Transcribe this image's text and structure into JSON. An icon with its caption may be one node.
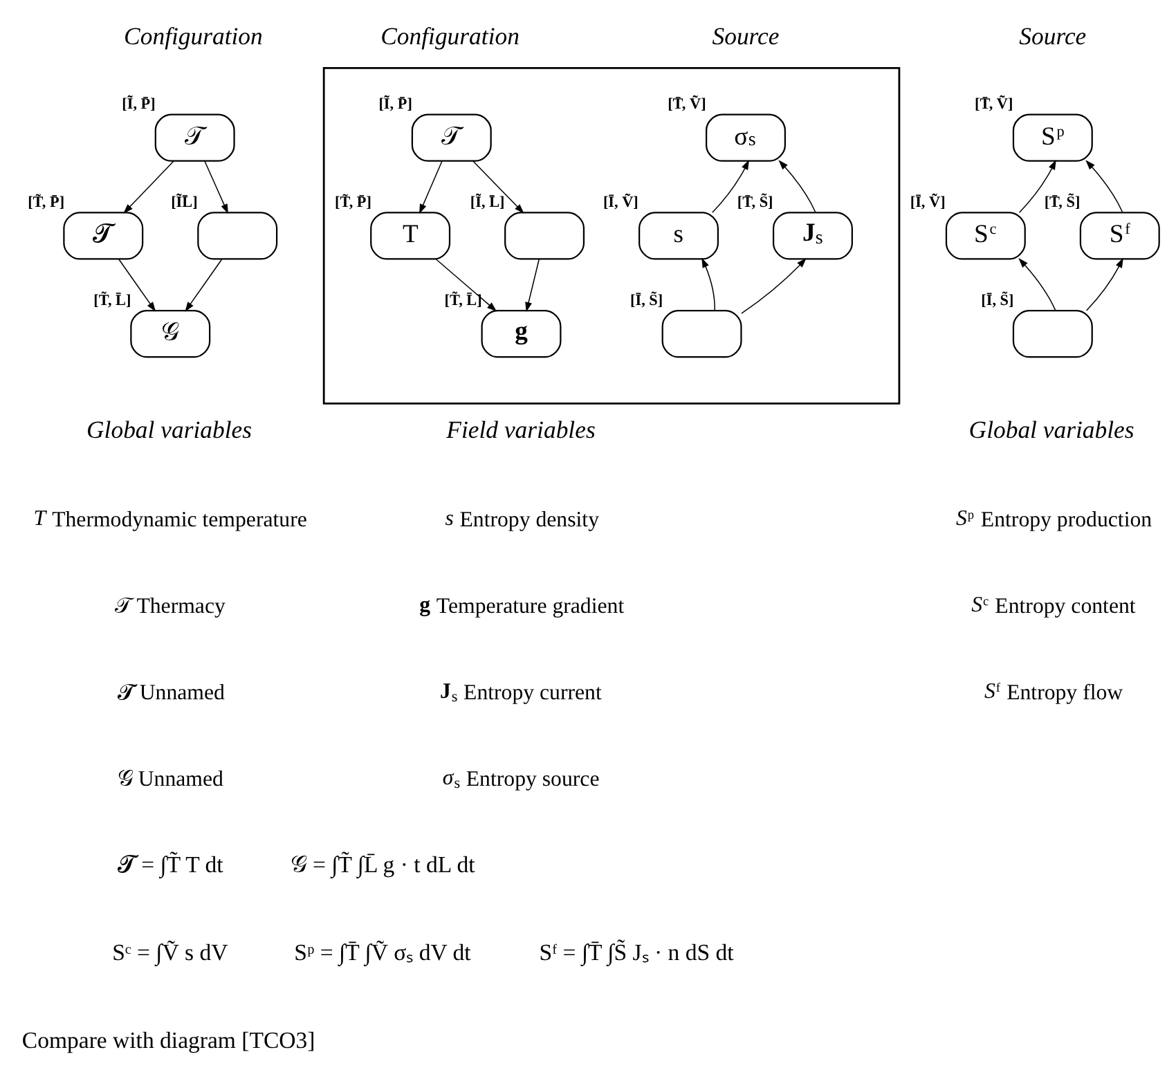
{
  "diagram": {
    "nodes": [
      {
        "text": [
          "𝒯"
        ],
        "beside": [
          "[Ĩ, P̄]"
        ]
      },
      {
        "text": [
          "𝓣"
        ],
        "beside": [
          "[T̃, P̄]"
        ]
      },
      {
        "text": [],
        "shape": "box",
        "beside": [
          "[ĨL̄]"
        ]
      },
      {
        "text": [
          "𝒢"
        ],
        "beside": [
          "[T̃, L̄]"
        ]
      },
      {
        "text": [],
        "shape": "box"
      },
      {
        "text": [
          "𝒯"
        ],
        "in": 4,
        "beside": [
          "[Ĩ, P̄]"
        ]
      },
      {
        "text": [
          "T"
        ],
        "in": 4,
        "beside": [
          "[T̃, P̄]"
        ]
      },
      {
        "text": [],
        "shape": "box",
        "in": 4,
        "beside": [
          "[Ĩ, L̄]"
        ]
      },
      {
        "text": [
          "**g**"
        ],
        "in": 4,
        "beside": [
          "[T̃, L̄]"
        ]
      },
      {
        "text": [
          "σ$_{s}$"
        ],
        "in": 4,
        "beside": [
          "[T̄, Ṽ]"
        ]
      },
      {
        "text": [
          "s"
        ],
        "in": 4,
        "beside": [
          "[Ī, Ṽ]"
        ]
      },
      {
        "text": [
          "**J**$_{s}$"
        ],
        "in": 4,
        "beside": [
          "[T̄, S̃]"
        ]
      },
      {
        "text": [],
        "shape": "box",
        "in": 4,
        "beside": [
          "[Ī, S̃]"
        ]
      },
      {
        "text": [
          "S$^{p}$"
        ],
        "beside": [
          "[T̄, Ṽ]"
        ]
      },
      {
        "text": [
          "S$^{c}$"
        ],
        "beside": [
          "[Ī, Ṽ]"
        ]
      },
      {
        "text": [
          "S$^{f}$"
        ],
        "beside": [
          "[T̄, S̃]"
        ]
      },
      {
        "text": [],
        "shape": "box",
        "beside": [
          "[Ī, S̃]"
        ]
      }
    ],
    "edges": [
      {
        "from": 0,
        "to": 1,
        "arrow": "to"
      },
      {
        "from": 0,
        "to": 2,
        "arrow": "to"
      },
      {
        "from": 1,
        "to": 3,
        "arrow": "to"
      },
      {
        "from": 2,
        "to": 3,
        "arrow": "to"
      },
      {
        "from": 5,
        "to": 6,
        "arrow": "to"
      },
      {
        "from": 5,
        "to": 7,
        "arrow": "to"
      },
      {
        "from": 6,
        "to": 8,
        "arrow": "to"
      },
      {
        "from": 7,
        "to": 8,
        "arrow": "to"
      },
      {
        "from": 10,
        "to": 9,
        "arrow": "to"
      },
      {
        "from": 11,
        "to": 9,
        "arrow": "to"
      },
      {
        "from": 12,
        "to": 10,
        "arrow": "to"
      },
      {
        "from": 12,
        "to": 11,
        "arrow": "to"
      },
      {
        "from": 14,
        "to": 13,
        "arrow": "to"
      },
      {
        "from": 15,
        "to": 13,
        "arrow": "to"
      },
      {
        "from": 16,
        "to": 14,
        "arrow": "to"
      },
      {
        "from": 16,
        "to": 15,
        "arrow": "to"
      }
    ],
    "labels": [
      "Configuration",
      "Configuration",
      "Source",
      "Source",
      "Global variables",
      "Field variables",
      "Global variables",
      "*T* Thermodynamic temperature",
      "𝒯 Thermacy",
      "𝓣 Unnamed",
      "𝒢 Unnamed",
      "*s* Entropy density",
      "**g** Temperature gradient",
      "**J**$_{s}$ Entropy current",
      "*σ*$_{s}$ Entropy source",
      "*S*$^{p}$ Entropy production",
      "*S*$^{c}$ Entropy content",
      "*S*$^{f}$ Entropy flow",
      "𝓣 = ∫T̃ T dt",
      "𝒢 = ∫T̃ ∫L̄ g · t dL dt",
      "Sᶜ = ∫Ṽ s dV",
      "Sᵖ = ∫T̄ ∫Ṽ σₛ dV dt",
      "Sᶠ = ∫T̄ ∫S̃ Jₛ · n dS dt",
      "Compare with diagram [TCO3]"
    ]
  }
}
